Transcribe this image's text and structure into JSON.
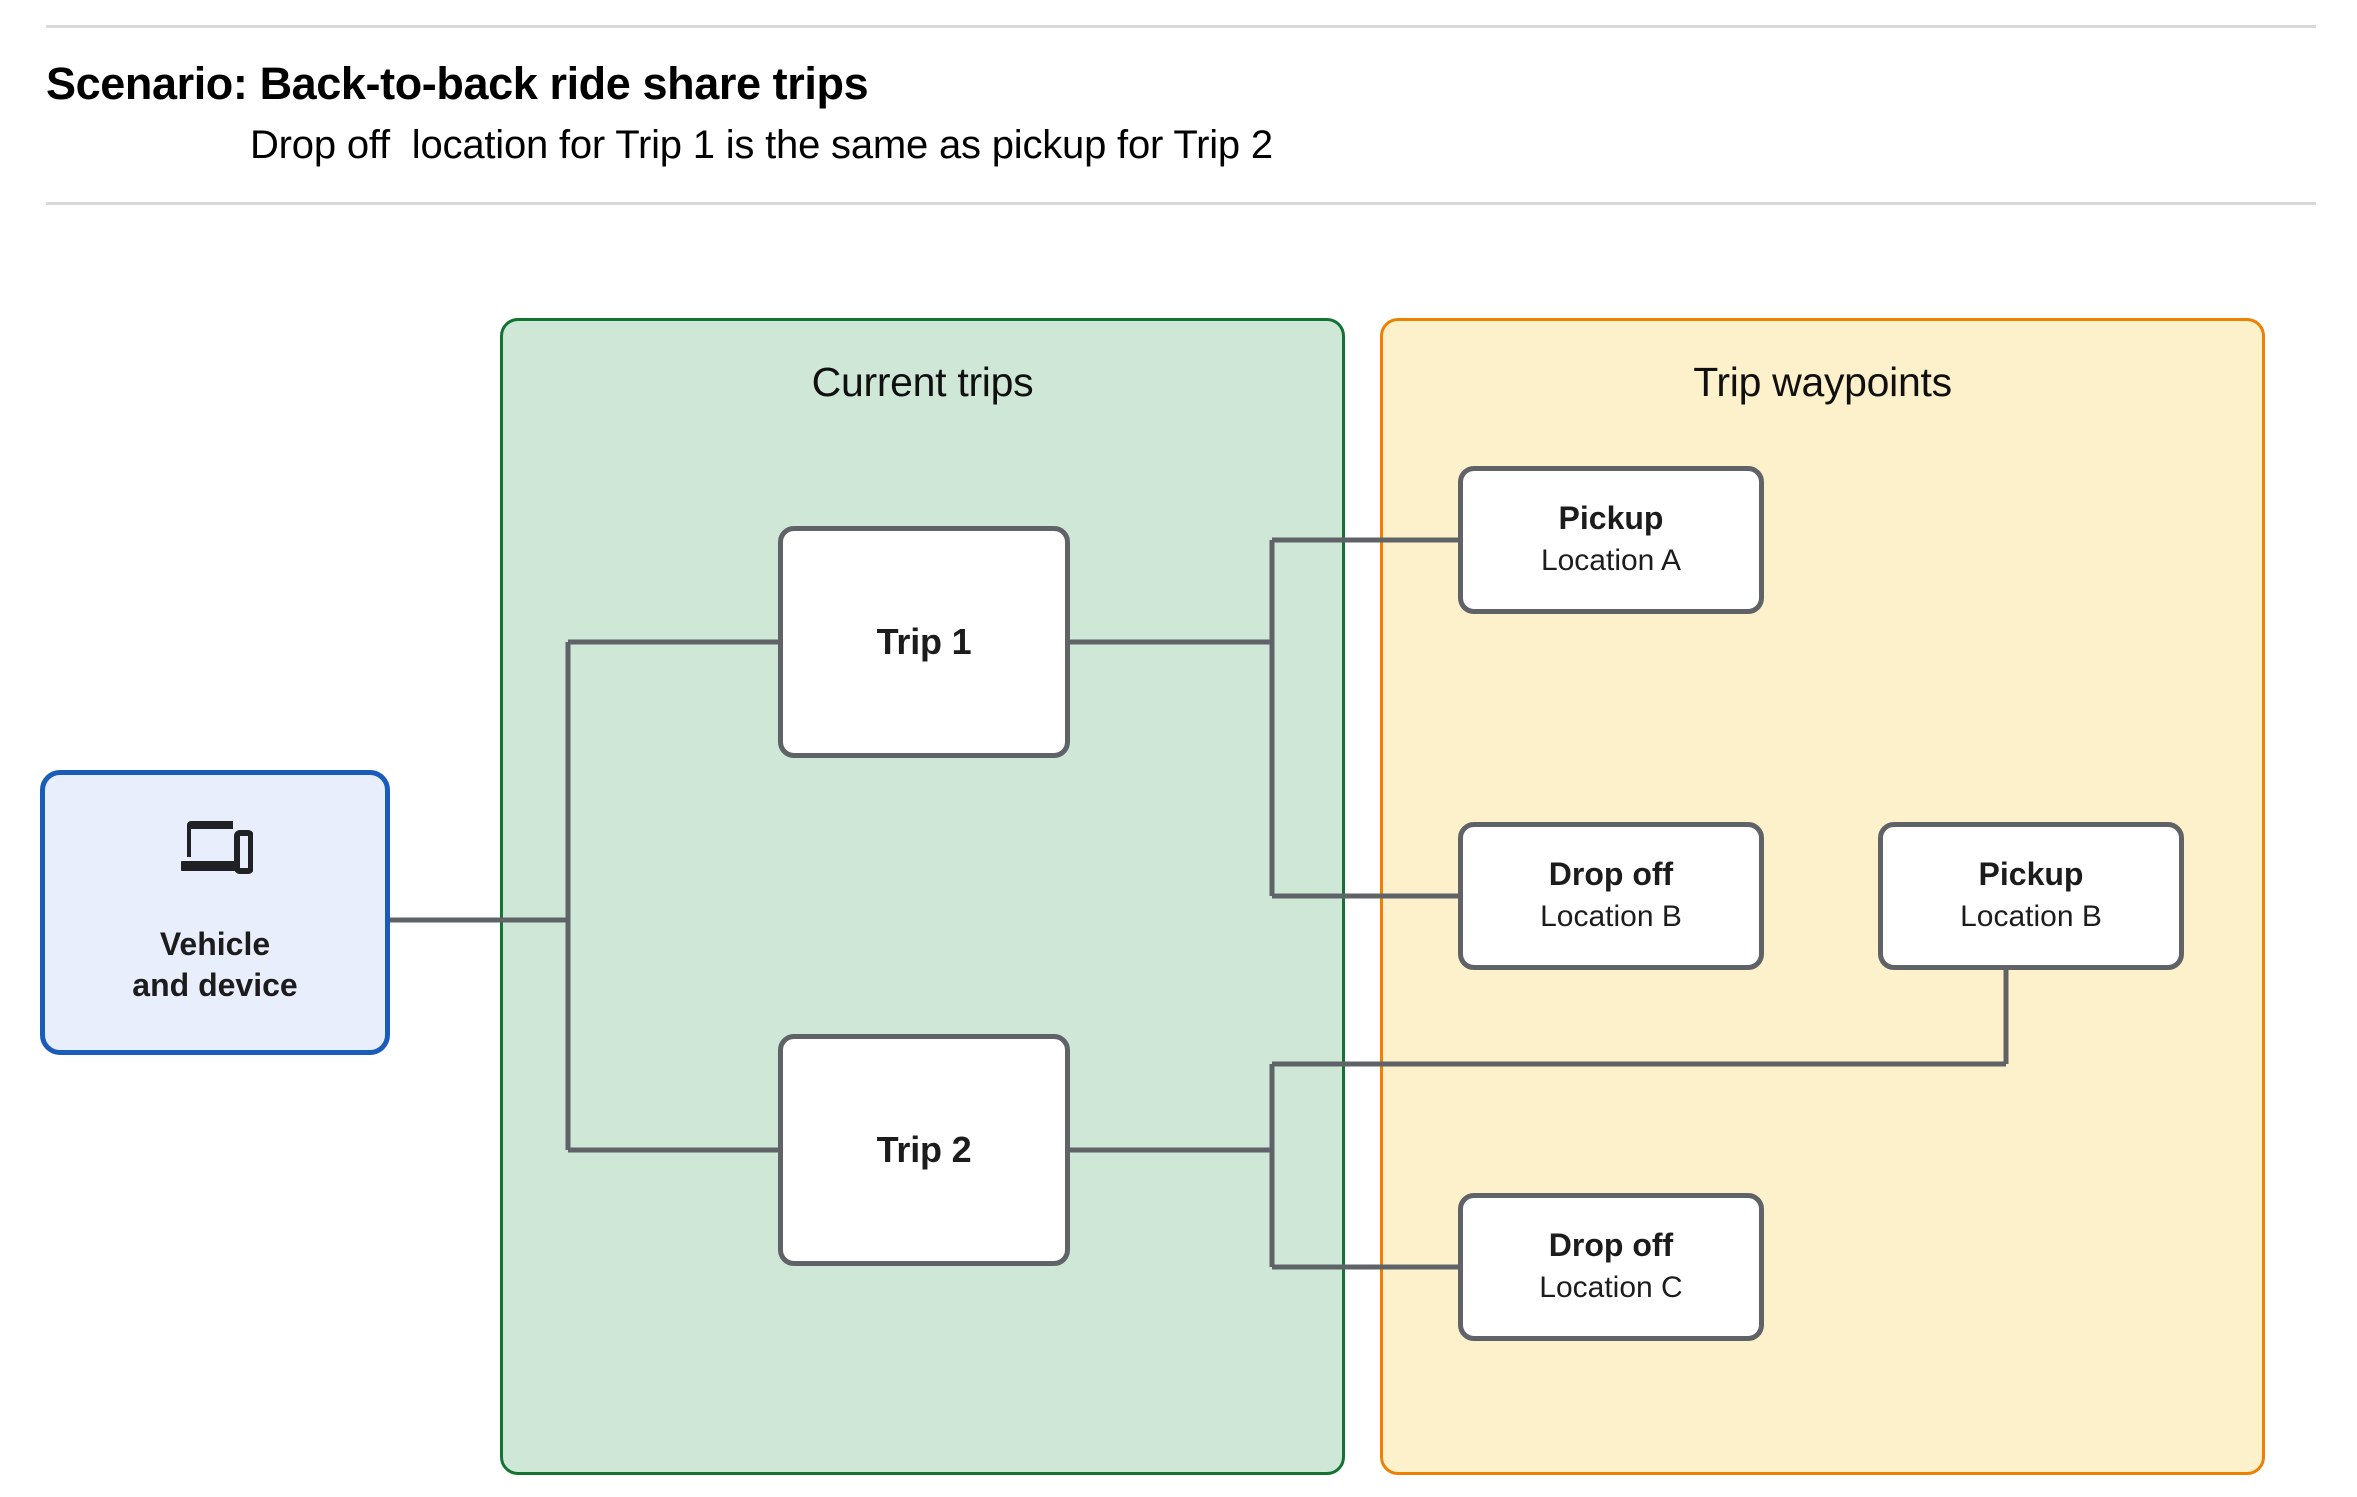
{
  "header": {
    "title": "Scenario: Back-to-back ride share trips",
    "subtitle": "Drop off  location for Trip 1 is the same as pickup for Trip 2"
  },
  "groups": {
    "current_trips": {
      "title": "Current trips",
      "fill": "#CEE7D6",
      "border": "#137333"
    },
    "trip_waypoints": {
      "title": "Trip waypoints",
      "fill": "#FCF1CA",
      "border": "#EE8100"
    }
  },
  "nodes": {
    "vehicle_device": {
      "label": "Vehicle\nand device",
      "icon": "devices-icon",
      "fill": "#E8EEFB",
      "border": "#1A5CB8"
    },
    "trips": [
      {
        "id": "trip-1",
        "label": "Trip 1"
      },
      {
        "id": "trip-2",
        "label": "Trip 2"
      }
    ],
    "waypoints": [
      {
        "id": "pickup-a",
        "title": "Pickup",
        "subtitle": "Location A"
      },
      {
        "id": "dropoff-b",
        "title": "Drop off",
        "subtitle": "Location B"
      },
      {
        "id": "pickup-b",
        "title": "Pickup",
        "subtitle": "Location B"
      },
      {
        "id": "dropoff-c",
        "title": "Drop off",
        "subtitle": "Location C"
      }
    ]
  },
  "connectors": {
    "stroke": "#5F6368",
    "width": 5,
    "edges": [
      {
        "from": "vehicle-device",
        "to": "trip-1"
      },
      {
        "from": "vehicle-device",
        "to": "trip-2"
      },
      {
        "from": "trip-1",
        "to": "pickup-a"
      },
      {
        "from": "trip-1",
        "to": "dropoff-b"
      },
      {
        "from": "trip-2",
        "to": "pickup-b"
      },
      {
        "from": "trip-2",
        "to": "dropoff-c"
      }
    ]
  }
}
